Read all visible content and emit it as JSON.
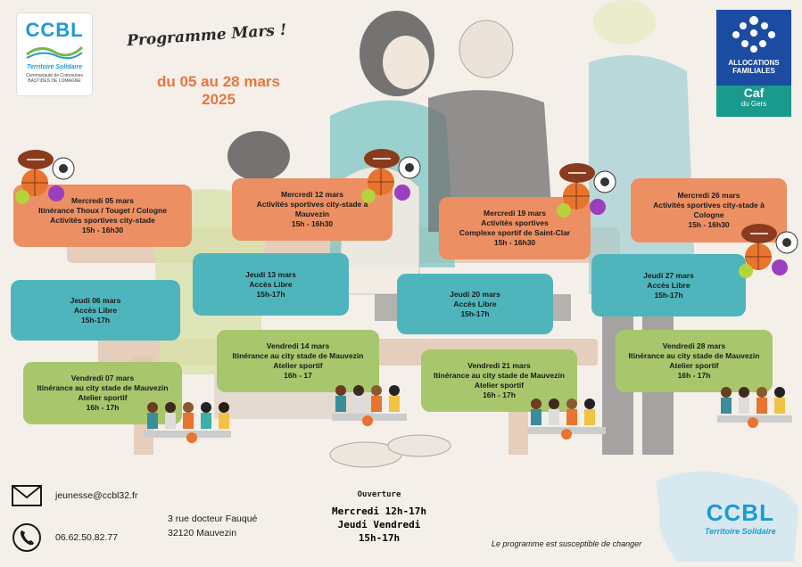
{
  "header": {
    "title": "Programme Mars !",
    "dates_line1": "du 05 au 28 mars",
    "dates_line2": "2025"
  },
  "logo_ccbl": {
    "brand": "CCBL",
    "tagline": "Territoire Solidaire",
    "line1": "Communauté de Communes",
    "line2": "BASTIDES DE LOMAGNE"
  },
  "logo_caf": {
    "line1": "ALLOCATIONS",
    "line2": "FAMILIALES",
    "caf": "Caf",
    "gers": "du Gers"
  },
  "colors": {
    "orange": "#ec8f62",
    "teal": "#4fb5bd",
    "green": "#a8c66c",
    "accent": "#e7773f"
  },
  "events": [
    {
      "day": "Mercredi 05 mars",
      "lines": [
        "Itinérance Thoux / Touget / Cologne",
        "Activités sportives city-stade",
        "15h - 16h30"
      ]
    },
    {
      "day": "Jeudi 06 mars",
      "lines": [
        "Accès Libre",
        "15h-17h"
      ]
    },
    {
      "day": "Vendredi 07 mars",
      "lines": [
        "Itinérance au city stade de Mauvezin",
        "Atelier sportif",
        "16h - 17h"
      ]
    },
    {
      "day": "Mercredi 12 mars",
      "lines": [
        "Activités sportives city-stade à",
        "Mauvezin",
        "15h - 16h30"
      ]
    },
    {
      "day": "Jeudi 13 mars",
      "lines": [
        "Accès Libre",
        "15h-17h"
      ]
    },
    {
      "day": "Vendredi 14 mars",
      "lines": [
        "Itinérance au city stade de Mauvezin",
        "Atelier sportif",
        "16h - 17"
      ]
    },
    {
      "day": "Mercredi 19 mars",
      "lines": [
        "Activités sportives",
        "Complexe sportif de Saint-Clar",
        "15h - 16h30"
      ]
    },
    {
      "day": "Jeudi 20 mars",
      "lines": [
        "Accès Libre",
        "15h-17h"
      ]
    },
    {
      "day": "Vendredi 21 mars",
      "lines": [
        "Itinérance au city stade de Mauvezin",
        "Atelier sportif",
        "16h - 17h"
      ]
    },
    {
      "day": "Mercredi 26 mars",
      "lines": [
        "Activités sportives city-stade à",
        "Cologne",
        "15h - 16h30"
      ]
    },
    {
      "day": "Jeudi 27 mars",
      "lines": [
        "Accès Libre",
        "15h-17h"
      ]
    },
    {
      "day": "Vendredi 28 mars",
      "lines": [
        "Itinérance au city stade de Mauvezin",
        "Atelier sportif",
        "16h - 17h"
      ]
    }
  ],
  "contact": {
    "email": "jeunesse@ccbl32.fr",
    "phone": "06.62.50.82.77",
    "address_line1": "3 rue docteur Fauqué",
    "address_line2": "32120 Mauvezin",
    "email_icon": "envelope-icon",
    "phone_icon": "phone-icon"
  },
  "opening": {
    "label": "Ouverture",
    "line1": "Mercredi 12h-17h",
    "line2": "Jeudi Vendredi",
    "line3": "15h-17h"
  },
  "disclaimer": "Le programme est susceptible de changer"
}
